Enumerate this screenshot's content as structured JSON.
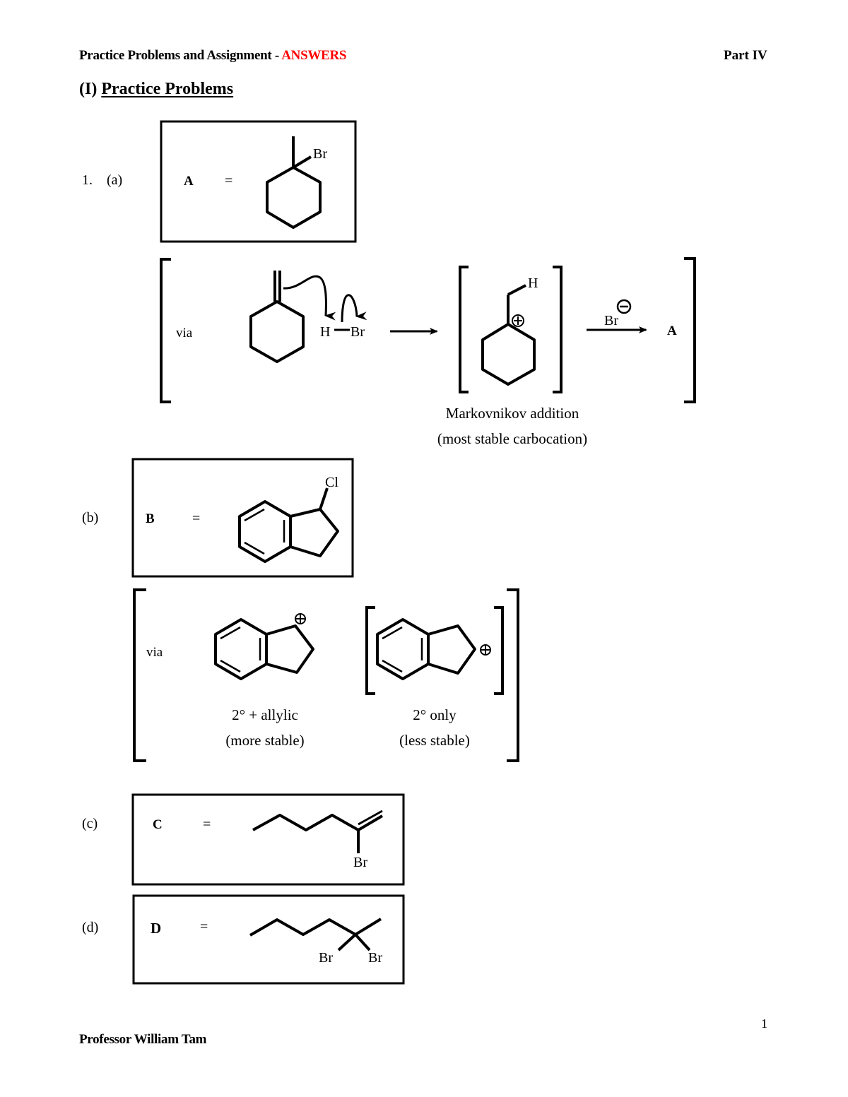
{
  "header": {
    "title": "Practice Problems and Assignment - ",
    "answers_label": "ANSWERS",
    "answers_color": "#ff0000",
    "part": "Part IV"
  },
  "section": {
    "roman": "(I) ",
    "title": "Practice Problems"
  },
  "problems": {
    "number": "1.",
    "a": {
      "label": "(a)",
      "compound": "A",
      "equals": "=",
      "substituent": "Br",
      "mechanism": {
        "via": "via",
        "reagent_h": "H",
        "reagent_br": "Br",
        "intermediate_h": "H",
        "nucleophile": "Br",
        "product": "A",
        "caption_line1": "Markovnikov addition",
        "caption_line2": "(most stable carbocation)"
      }
    },
    "b": {
      "label": "(b)",
      "compound": "B",
      "equals": "=",
      "substituent": "Cl",
      "mechanism": {
        "via": "via",
        "cation1_caption_line1": "2° + allylic",
        "cation1_caption_line2": "(more stable)",
        "cation2_caption_line1": "2° only",
        "cation2_caption_line2": "(less stable)"
      }
    },
    "c": {
      "label": "(c)",
      "compound": "C",
      "equals": "=",
      "substituent": "Br"
    },
    "d": {
      "label": "(d)",
      "compound": "D",
      "equals": "=",
      "substituent1": "Br",
      "substituent2": "Br"
    }
  },
  "footer": {
    "author": "Professor William Tam",
    "page_number": "1"
  }
}
